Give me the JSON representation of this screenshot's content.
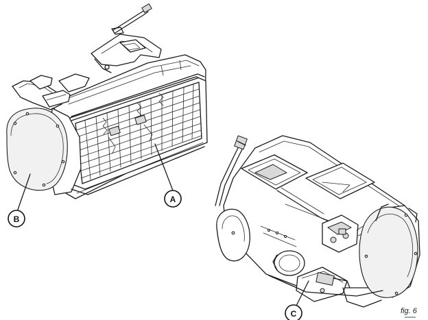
{
  "callouts": {
    "a": "A",
    "b": "B",
    "c": "C"
  },
  "caption": "fig. 6",
  "colors": {
    "line": "#1a1a1a",
    "background": "#ffffff",
    "caption_accent": "#2e8b57"
  }
}
